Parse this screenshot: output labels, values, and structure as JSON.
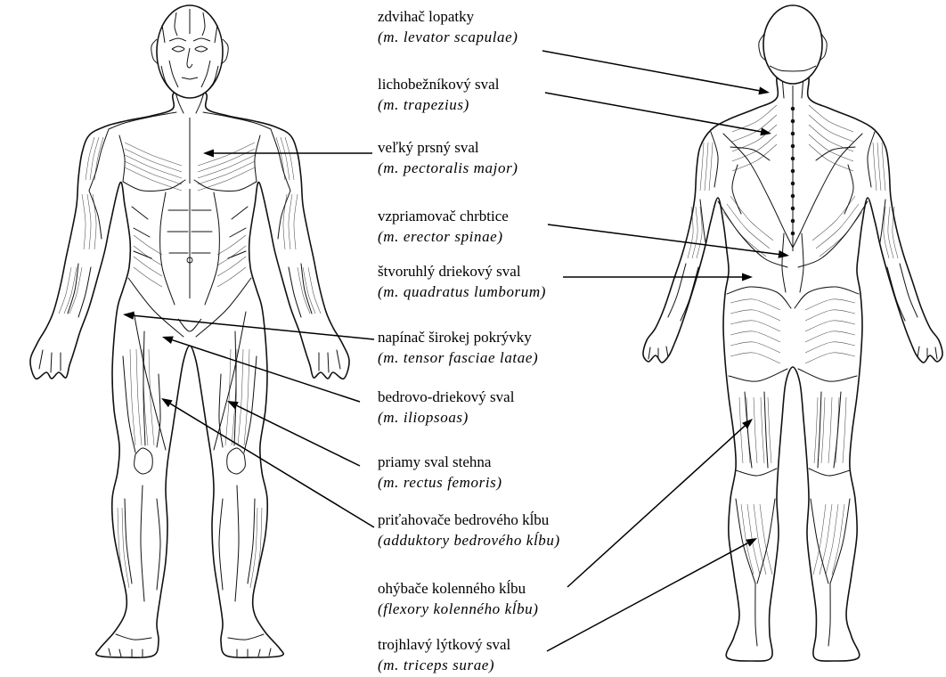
{
  "colors": {
    "ink": "#111111",
    "paper": "#ffffff"
  },
  "labels": [
    {
      "name": "zdvihač lopatky",
      "latin": "(m. levator scapulae)"
    },
    {
      "name": "lichobežníkový sval",
      "latin": "(m. trapezius)"
    },
    {
      "name": "veľký prsný sval",
      "latin": "(m. pectoralis major)"
    },
    {
      "name": "vzpriamovač chrbtice",
      "latin": "(m. erector spinae)"
    },
    {
      "name": "štvoruhlý driekový sval",
      "latin": "(m. quadratus lumborum)"
    },
    {
      "name": "napínač širokej pokrývky",
      "latin": "(m. tensor fasciae latae)"
    },
    {
      "name": "bedrovo-driekový sval",
      "latin": "(m. iliopsoas)"
    },
    {
      "name": "priamy sval stehna",
      "latin": "(m. rectus femoris)"
    },
    {
      "name": "priťahovače bedrového kĺbu",
      "latin": "(adduktory bedrového kĺbu)"
    },
    {
      "name": "ohýbače kolenného kĺbu",
      "latin": "(flexory kolenného kĺbu)"
    },
    {
      "name": "trojhlavý lýtkový sval",
      "latin": "(m. triceps surae)"
    }
  ]
}
